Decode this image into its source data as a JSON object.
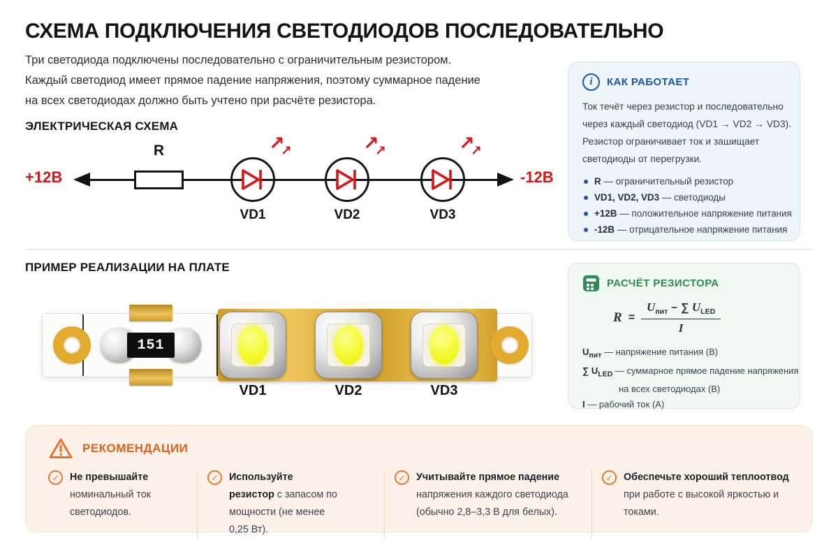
{
  "colors": {
    "accent_red": "#d61717",
    "accent_blue": "#1c56a7",
    "accent_green": "#2e8b50",
    "accent_orange": "#e2601c",
    "panel_blue_bg": "#edf4fa",
    "panel_green_bg": "#f0f8f1",
    "recs_bg": "#fcf1e8",
    "pcb_gold": "#e2ab2e",
    "led_yellow": "#f4f92d"
  },
  "icons": {
    "info": "i",
    "check": "✓",
    "emission_arrow": "↗"
  },
  "header": {
    "title": "СХЕМА ПОДКЛЮЧЕНИЯ СВЕТОДИОДОВ ПОСЛЕДОВАТЕЛЬНО",
    "intro_lines": [
      "Три светодиода подключены последовательно с ограничительным резистором.",
      "Каждый светодиод имеет прямое падение напряжения, поэтому суммарное падение",
      "на всех светодиодах должно быть учтено при расчёте резистора."
    ]
  },
  "how_it_works": {
    "title": "КАК РАБОТАЕТ",
    "body_lines": [
      "Ток течёт через резистор и последовательно",
      "через каждый светодиод (VD1 → VD2 → VD3).",
      "Резистор ограничивает ток и зашищает",
      "светодиоды от перегрузки."
    ],
    "bullets": [
      {
        "term": "R",
        "desc": "— ограничительный резистор"
      },
      {
        "term": "VD1, VD2, VD3",
        "desc": "— светодиоды"
      },
      {
        "term": "+12В",
        "desc": "— положительное напряжение питания"
      },
      {
        "term": "-12В",
        "desc": "— отрицательное напряжение питания"
      }
    ]
  },
  "schematic": {
    "heading": "ЭЛЕКТРИЧЕСКАЯ СХЕМА",
    "plus_terminal": "+12В",
    "minus_terminal": "-12В",
    "resistor_label": "R",
    "led_labels": [
      "VD1",
      "VD2",
      "VD3"
    ]
  },
  "board": {
    "heading": "ПРИМЕР РЕАЛИЗАЦИИ НА ПЛАТЕ",
    "resistor_code": "151",
    "led_labels": [
      "VD1",
      "VD2",
      "VD3"
    ]
  },
  "resistor_calc": {
    "title": "РАСЧЁТ РЕЗИСТОРА",
    "formula": {
      "lhs": "R",
      "eq": "=",
      "num_u1": "U",
      "num_sub1": "пит",
      "num_minus": "−",
      "num_sigma": "∑",
      "num_u2": "U",
      "num_sub2": "LED",
      "den": "I"
    },
    "definitions": [
      {
        "term": "U",
        "sub": "пит",
        "text": "— напряжение питания (В)"
      },
      {
        "term": "∑ U",
        "sub": "LED",
        "text": "— суммарное прямое падение напряжения",
        "text2": "на всех светодиодах (В)"
      },
      {
        "term": "I",
        "sub": "",
        "text": "— рабочий ток (А)"
      }
    ]
  },
  "recommendations": {
    "title": "РЕКОМЕНДАЦИИ",
    "items": [
      {
        "lead": "Не превышайте",
        "text": "номинальный ток светодиодов."
      },
      {
        "lead": "Используйте резистор",
        "text": "с запасом по мощности (не менее 0,25 Вт)."
      },
      {
        "lead": "Учитывайте прямое падение",
        "text": "напряжения каждого светодиода (обычно 2,8–3,3 В для белых)."
      },
      {
        "lead": "Обеспечьте хороший теплоотвод",
        "text": "при работе с высокой яркостью и токами."
      }
    ]
  }
}
